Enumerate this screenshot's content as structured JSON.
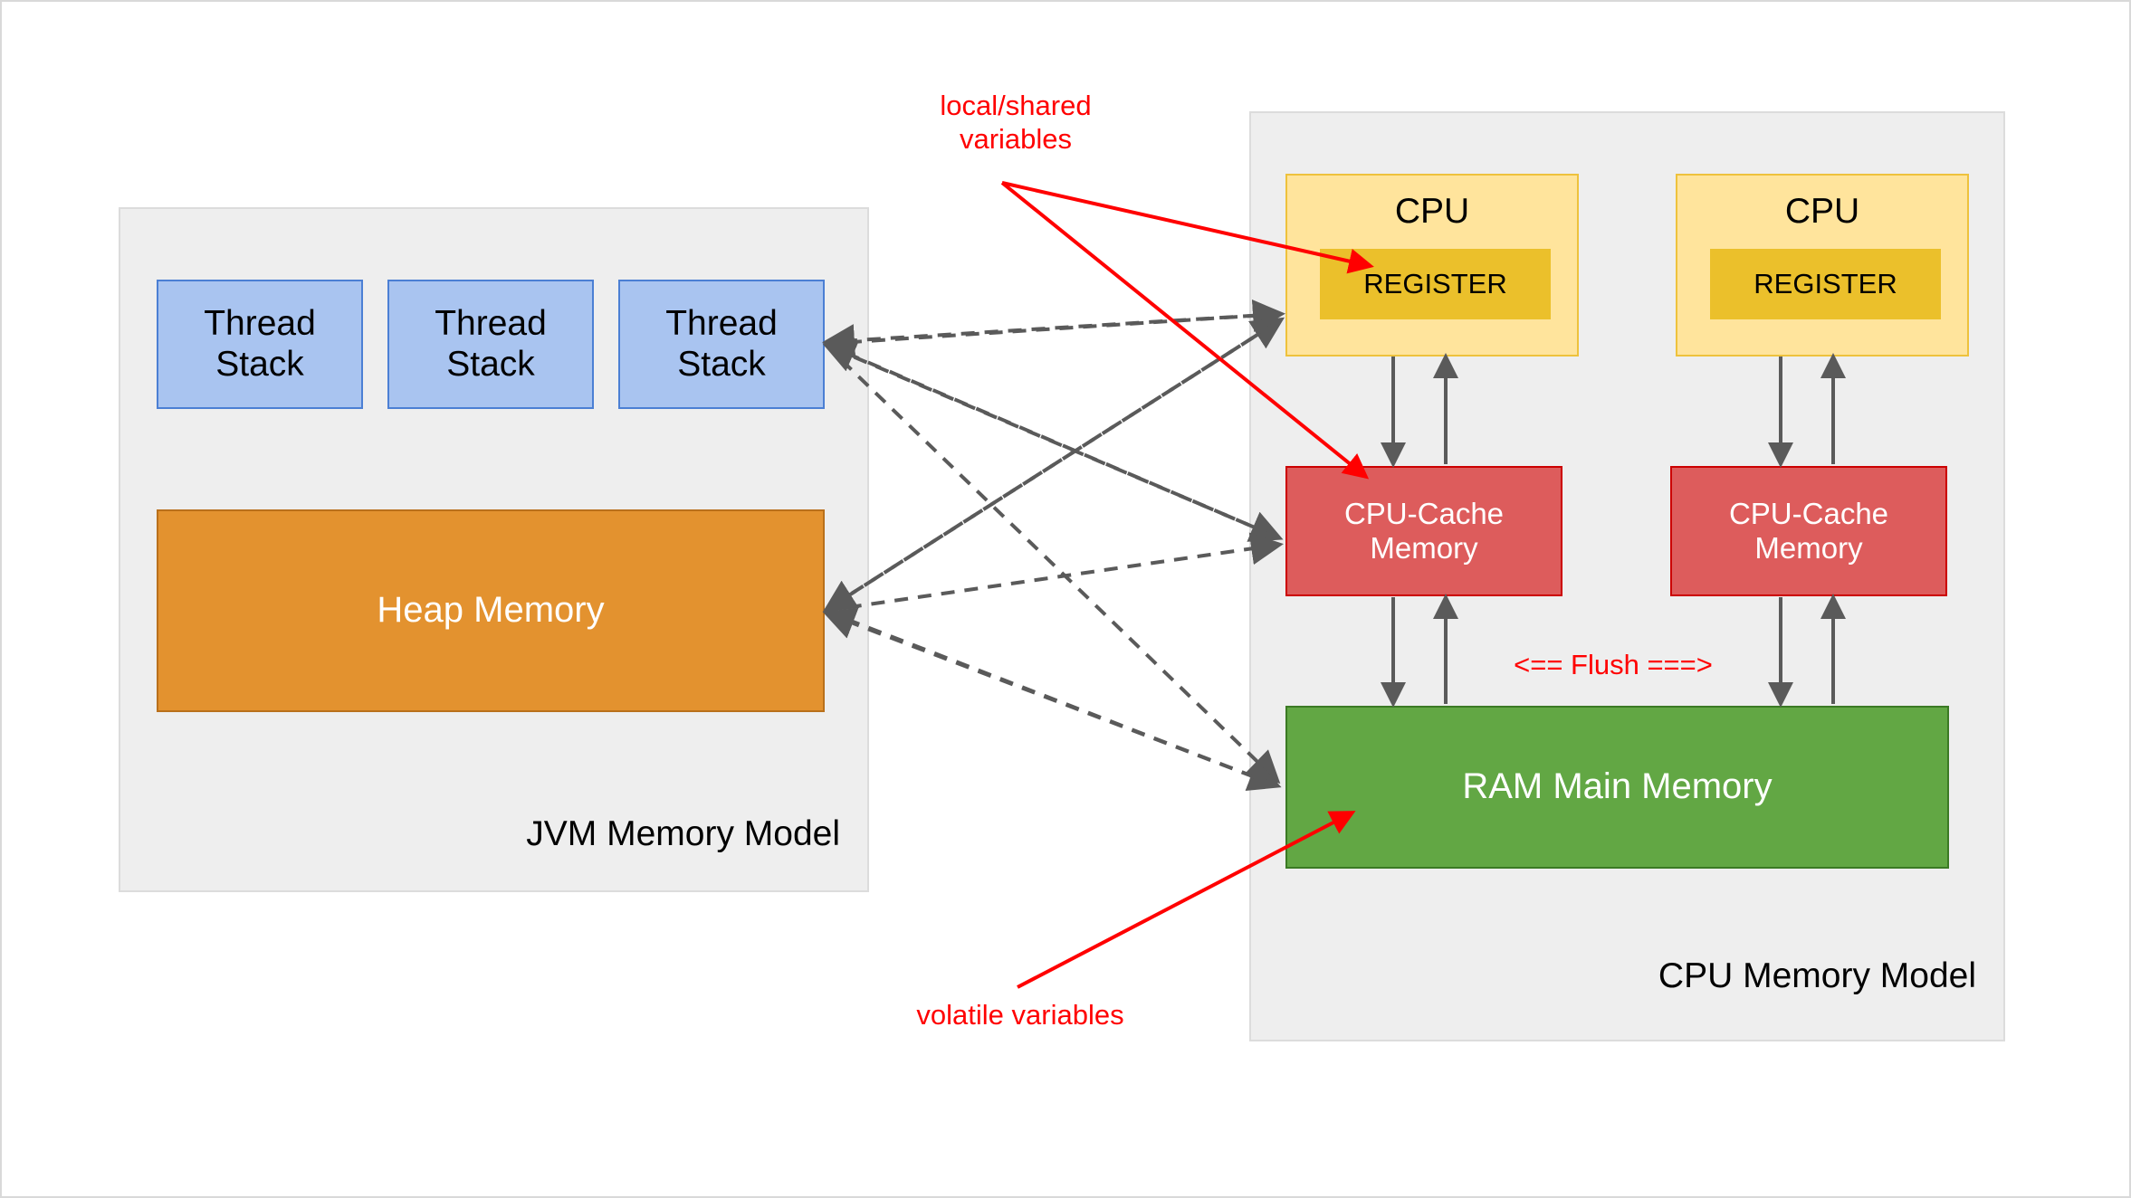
{
  "diagram": {
    "title": "JVM Memory Model and CPU Memory Model",
    "colors": {
      "thread_stack_fill": "#a9c4f0",
      "thread_stack_border": "#4b7fd4",
      "heap_fill": "#e3922f",
      "heap_border": "#b9701b",
      "cpu_fill": "#ffe49c",
      "cpu_border": "#eec23c",
      "register_fill": "#ebc02b",
      "cache_fill": "#dd5c5c",
      "cache_border": "#cc0000",
      "ram_fill": "#62a744",
      "ram_border": "#3b7a24",
      "group_fill": "#eeeeee",
      "group_border": "#dcdcdc",
      "annotation_red": "#ff0000",
      "arrow_gray": "#5a5a5a"
    }
  },
  "jvm": {
    "title": "JVM Memory Model",
    "thread_stacks": [
      {
        "label": "Thread\nStack"
      },
      {
        "label": "Thread\nStack"
      },
      {
        "label": "Thread\nStack"
      }
    ],
    "heap": {
      "label": "Heap Memory"
    }
  },
  "cpu_model": {
    "title": "CPU Memory Model",
    "cpus": [
      {
        "label": "CPU",
        "register_label": "REGISTER",
        "cache_label": "CPU-Cache\nMemory"
      },
      {
        "label": "CPU",
        "register_label": "REGISTER",
        "cache_label": "CPU-Cache\nMemory"
      }
    ],
    "ram": {
      "label": "RAM Main Memory"
    },
    "flush_label": "<== Flush ===>"
  },
  "annotations": {
    "local_shared": "local/shared\nvariables",
    "volatile": "volatile variables"
  }
}
